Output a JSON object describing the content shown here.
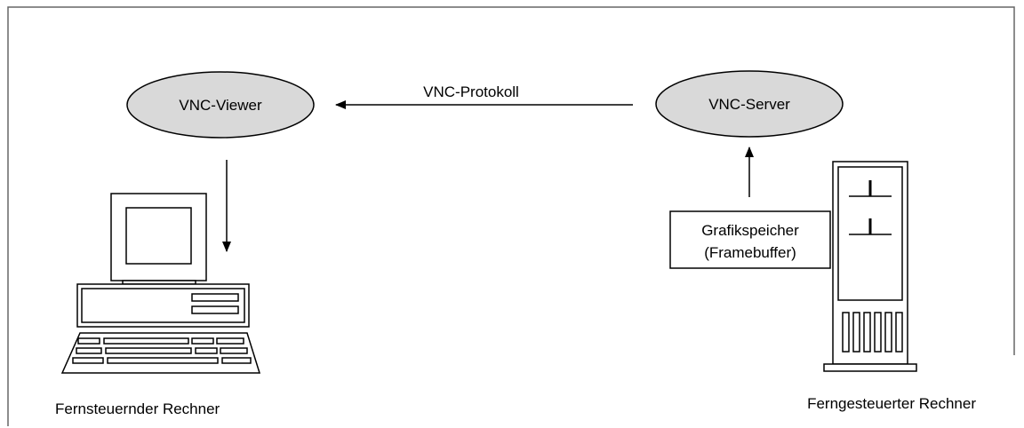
{
  "viewer": {
    "label": "VNC-Viewer"
  },
  "server": {
    "label": "VNC-Server"
  },
  "protocol": {
    "label": "VNC-Protokoll"
  },
  "framebuffer": {
    "line1": "Grafikspeicher",
    "line2": "(Framebuffer)"
  },
  "client": {
    "label": "Fernsteuernder Rechner"
  },
  "remote": {
    "label": "Ferngesteuerter Rechner"
  },
  "colors": {
    "node_fill": "#d9d9d9",
    "stroke": "#000000",
    "frame": "#666666"
  },
  "icons": [
    "desktop-computer-icon",
    "tower-server-icon"
  ]
}
